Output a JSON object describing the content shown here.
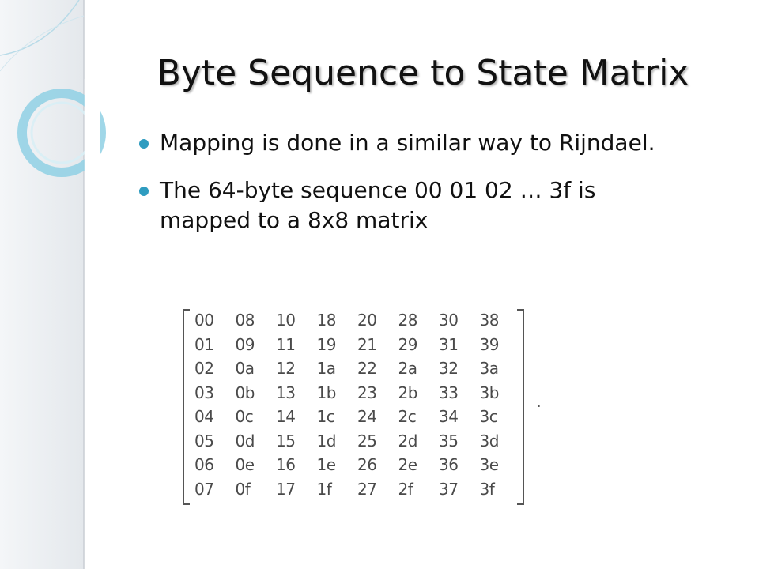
{
  "slide": {
    "title": "Byte Sequence to State Matrix",
    "bullets": [
      "Mapping is done in a similar way to Rijndael.",
      "The 64-byte sequence 00 01 02 … 3f is mapped to a 8x8 matrix"
    ],
    "colors": {
      "bullet": "#2f9cc0",
      "ring": "#8fd0e4",
      "band": "#e9edf1"
    },
    "matrix": {
      "rows": [
        [
          "00",
          "08",
          "10",
          "18",
          "20",
          "28",
          "30",
          "38"
        ],
        [
          "01",
          "09",
          "11",
          "19",
          "21",
          "29",
          "31",
          "39"
        ],
        [
          "02",
          "0a",
          "12",
          "1a",
          "22",
          "2a",
          "32",
          "3a"
        ],
        [
          "03",
          "0b",
          "13",
          "1b",
          "23",
          "2b",
          "33",
          "3b"
        ],
        [
          "04",
          "0c",
          "14",
          "1c",
          "24",
          "2c",
          "34",
          "3c"
        ],
        [
          "05",
          "0d",
          "15",
          "1d",
          "25",
          "2d",
          "35",
          "3d"
        ],
        [
          "06",
          "0e",
          "16",
          "1e",
          "26",
          "2e",
          "36",
          "3e"
        ],
        [
          "07",
          "0f",
          "17",
          "1f",
          "27",
          "2f",
          "37",
          "3f"
        ]
      ],
      "trailing_mark": "."
    }
  }
}
